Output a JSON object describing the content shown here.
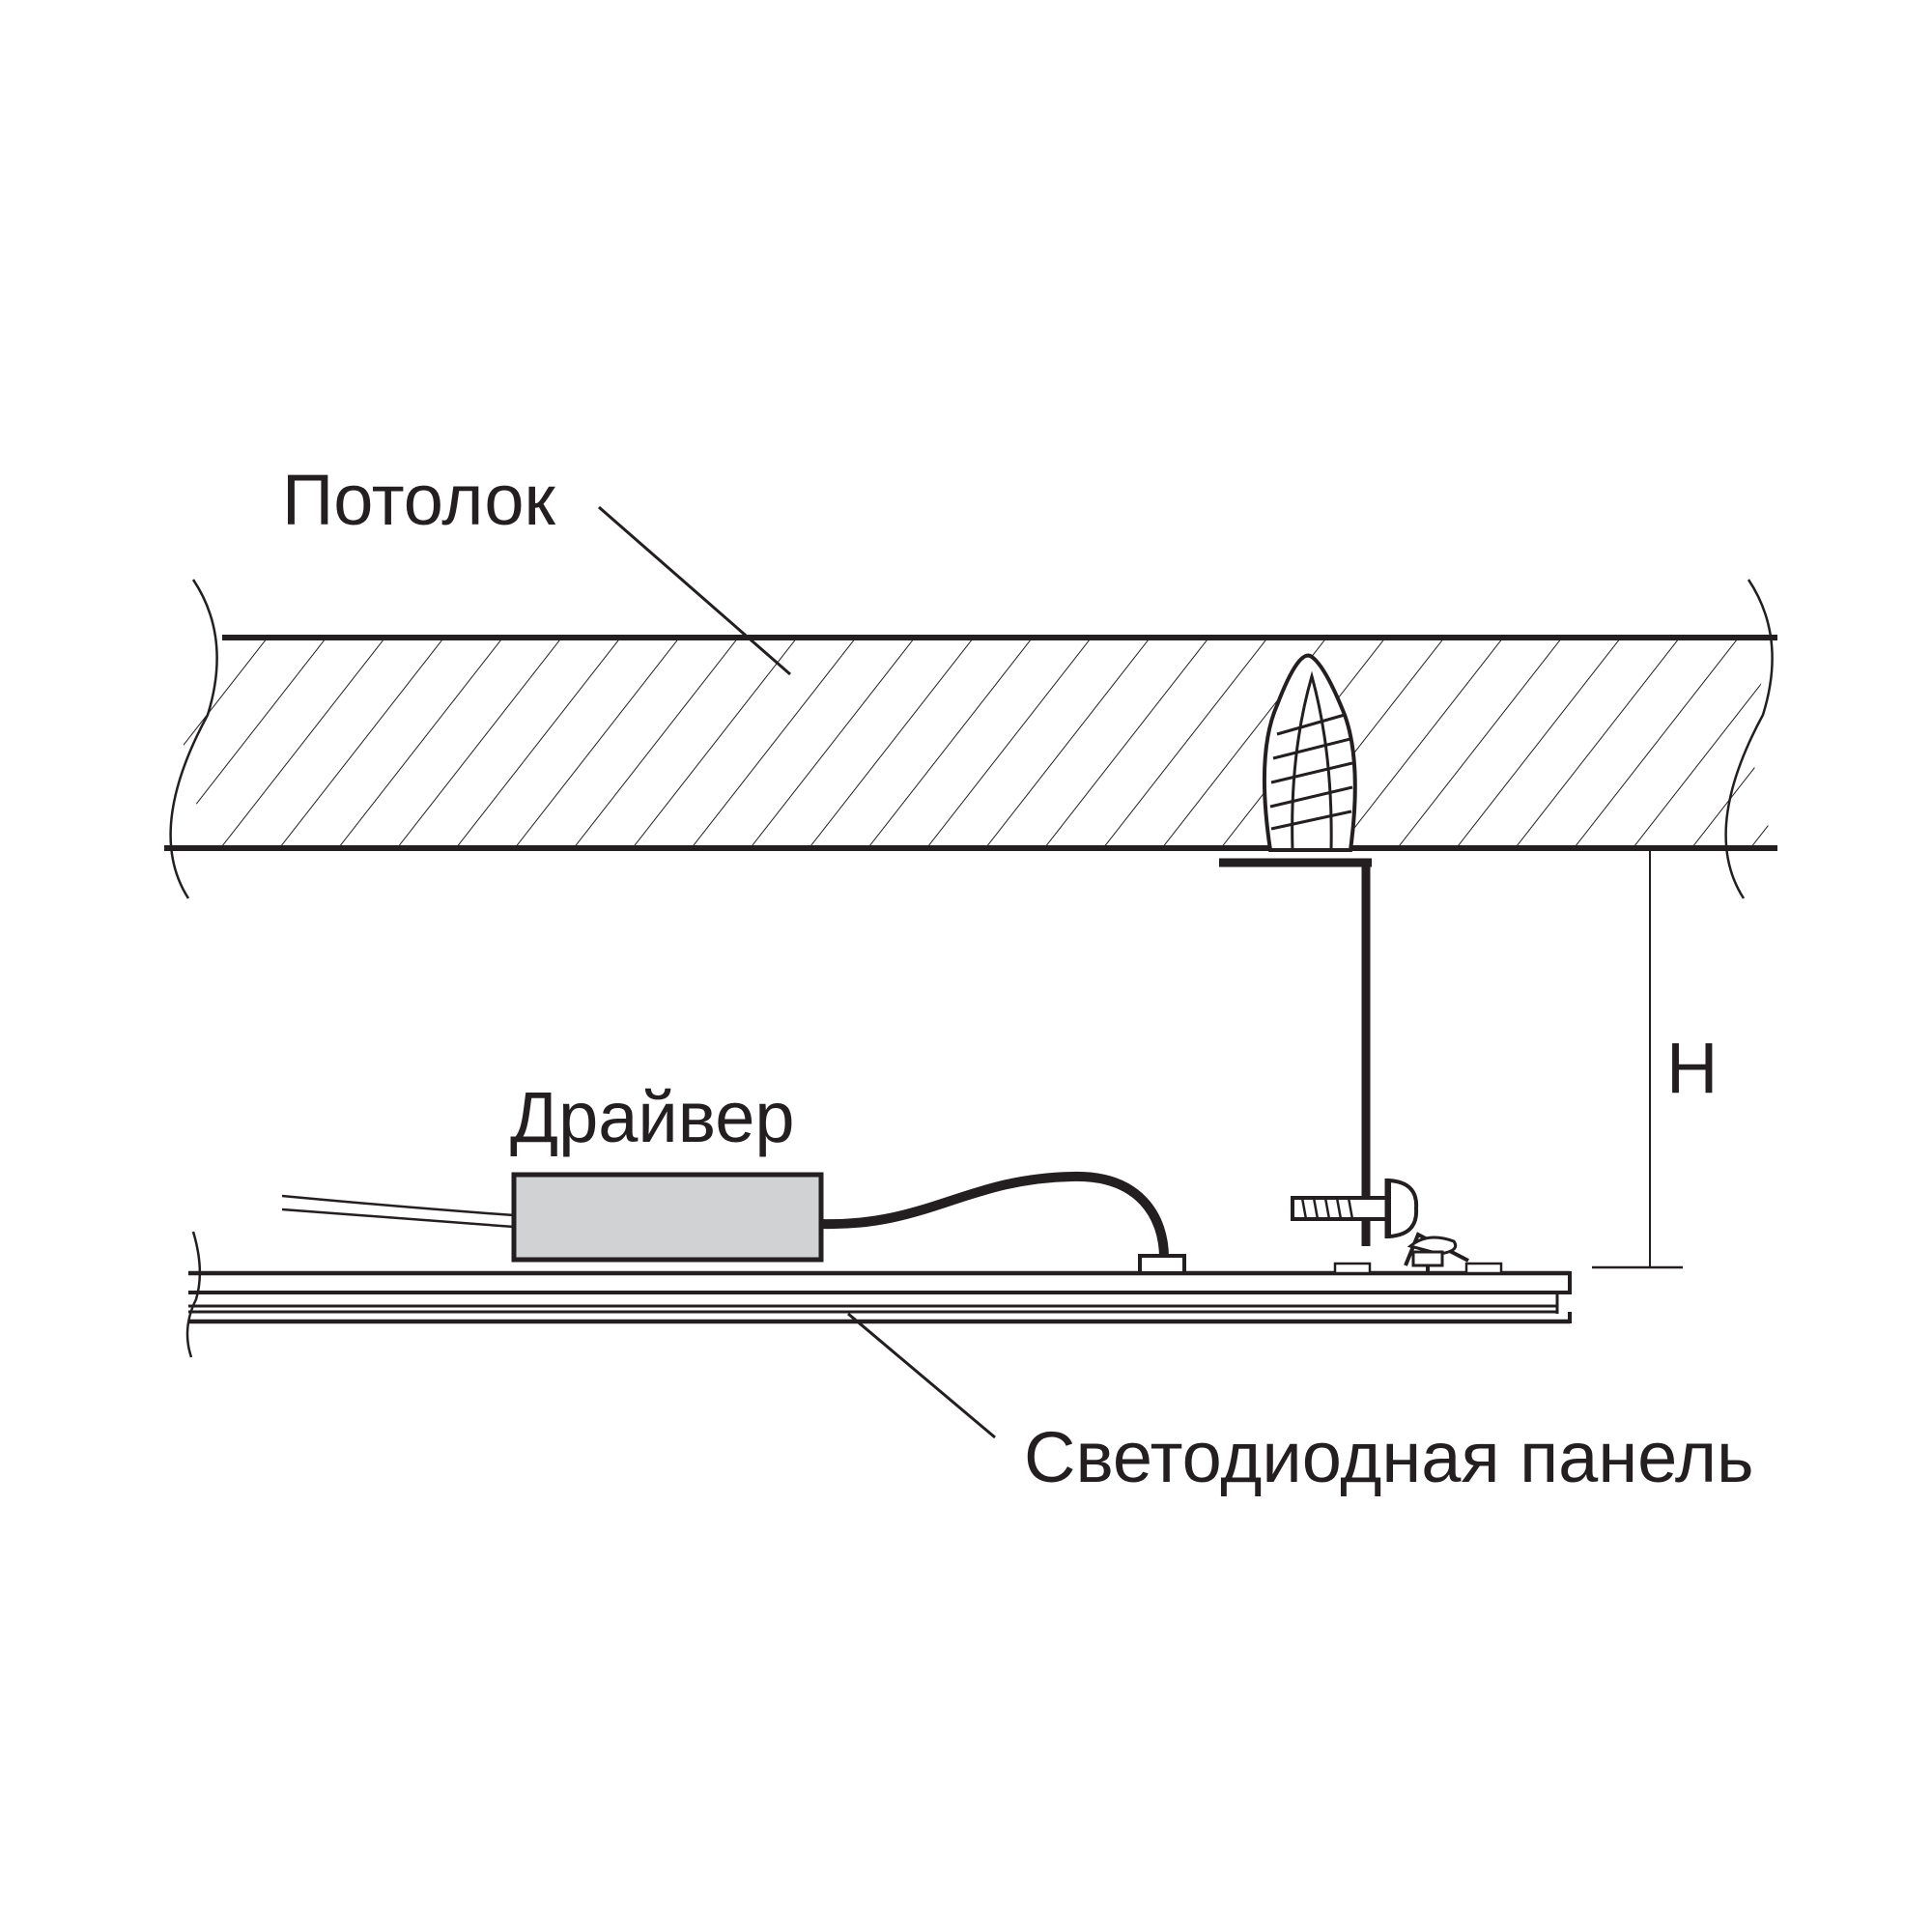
{
  "labels": {
    "ceiling": "Потолок",
    "driver": "Драйвер",
    "height": "H",
    "panel": "Светодиодная панель"
  },
  "colors": {
    "line": "#231f20",
    "driver_fill": "#d1d2d4",
    "background": "#ffffff"
  }
}
